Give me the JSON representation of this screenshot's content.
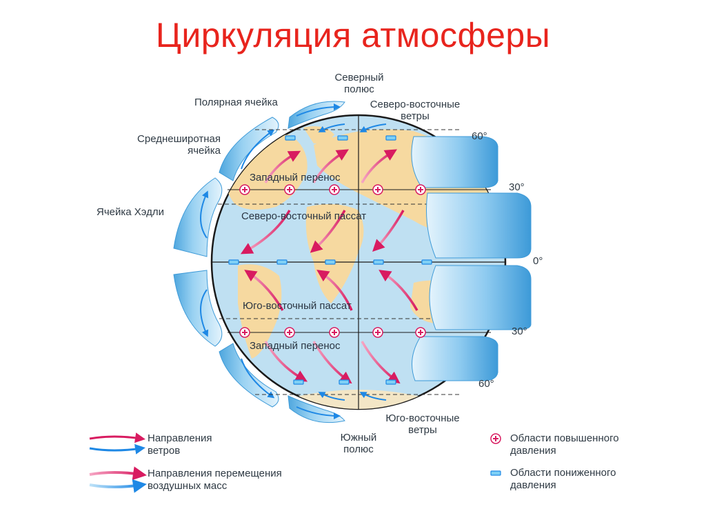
{
  "title": "Циркуляция атмосферы",
  "labels": {
    "north_pole_1": "Северный",
    "north_pole_2": "полюс",
    "polar_cell": "Полярная ячейка",
    "northeast_winds_1": "Северо-восточные",
    "northeast_winds_2": "ветры",
    "midlat_cell_1": "Среднеширотная",
    "midlat_cell_2": "ячейка",
    "hadley_cell": "Ячейка Хэдли",
    "westerly_north": "Западный перенос",
    "ne_trade": "Северо-восточный пассат",
    "se_trade": "Юго-восточный пассат",
    "westerly_south": "Западный перенос",
    "southeast_winds_1": "Юго-восточные",
    "southeast_winds_2": "ветры",
    "south_pole_1": "Южный",
    "south_pole_2": "полюс"
  },
  "latitudes": {
    "n60": "60°",
    "n30": "30°",
    "eq": "0°",
    "s30": "30°",
    "s60": "60°"
  },
  "legend": {
    "wind_dir_1": "Направления",
    "wind_dir_2": "ветров",
    "air_mass_1": "Направления перемещения",
    "air_mass_2": "воздушных масс",
    "high_1": "Области повышенного",
    "high_2": "давления",
    "low_1": "Области пониженного",
    "low_2": "давления"
  },
  "colors": {
    "title": "#e8241d",
    "wind_arrow": "#d81b60",
    "air_mass_arrow": "#1e88e5",
    "ocean": "#bfe0f2",
    "land": "#f6d9a0",
    "cell_blue": "#5fb1e4"
  }
}
